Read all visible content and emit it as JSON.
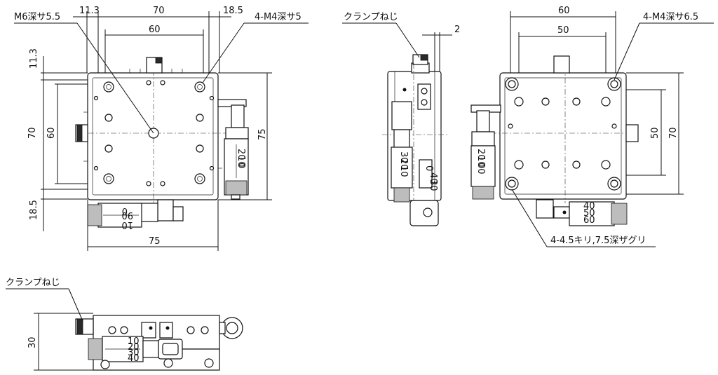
{
  "dims": {
    "d_11_3_top": "11.3",
    "d_70_top": "70",
    "d_18_5_top": "18.5",
    "d_60_top": "60",
    "d_11_3_left": "11.3",
    "d_70_left": "70",
    "d_60_left": "60",
    "d_18_5_left": "18.5",
    "d_75_right": "75",
    "d_75_bottom": "75",
    "d_2_side": "2",
    "d_60_plan": "60",
    "d_50_plan": "50",
    "d_50_plan_v": "50",
    "d_70_plan_v": "70",
    "d_30_height": "30"
  },
  "callouts": {
    "m6_tap": "M6深サ5.5",
    "m4_tap_front": "4-M4深サ5",
    "clamp_side": "クランプねじ",
    "m4_tap_back": "4-M4深サ6.5",
    "counterbore": "4-4.5キリ,7.5深ザグリ",
    "clamp_front": "クランプねじ"
  },
  "scales": {
    "bottom_micrometer": [
      "0",
      "90",
      "10"
    ],
    "right_micrometer": [
      "0",
      "10",
      "20"
    ],
    "side_micrometer": [
      "10",
      "20",
      "30"
    ],
    "side_micrometer_lower": [
      "0",
      "40",
      "30"
    ],
    "back_micrometer_v": [
      "00",
      "10",
      "20"
    ],
    "back_micrometer_h": [
      "40",
      "50",
      "60"
    ],
    "front_micrometer": [
      "10",
      "20",
      "30",
      "40"
    ]
  }
}
